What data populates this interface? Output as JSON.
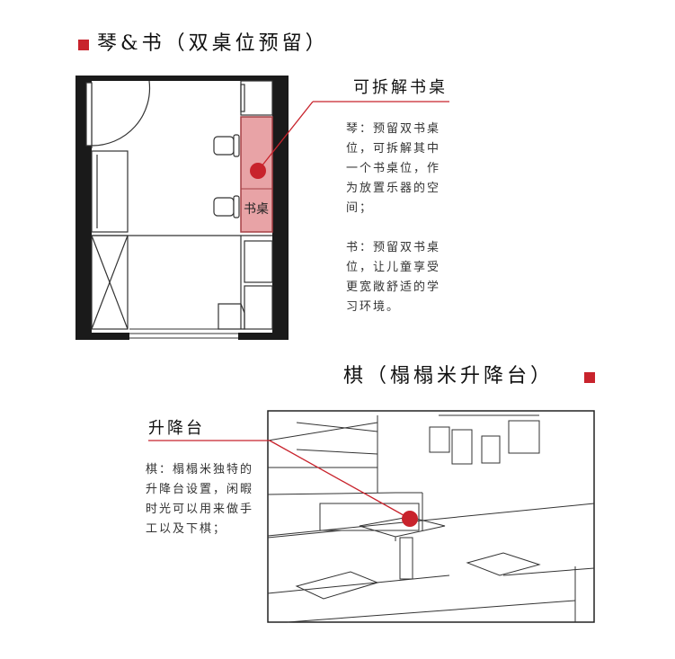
{
  "section1": {
    "title": "琴&书（双桌位预留）",
    "callout": "可拆解书桌",
    "desk_label": "书桌",
    "notes": [
      "琴：预留双书桌位，可拆解其中一个书桌位，作为放置乐器的空间；",
      "书：预留双书桌位，让儿童享受更宽敞舒适的学习环境。"
    ]
  },
  "section2": {
    "title": "棋（榻榻米升降台）",
    "callout": "升降台",
    "notes": [
      "棋：榻榻米独特的升降台设置，闲暇时光可以用来做手工以及下棋；"
    ]
  },
  "colors": {
    "accent": "#c8232c",
    "desk_fill": "#e8a3a6",
    "wall": "#1a1a1a"
  }
}
